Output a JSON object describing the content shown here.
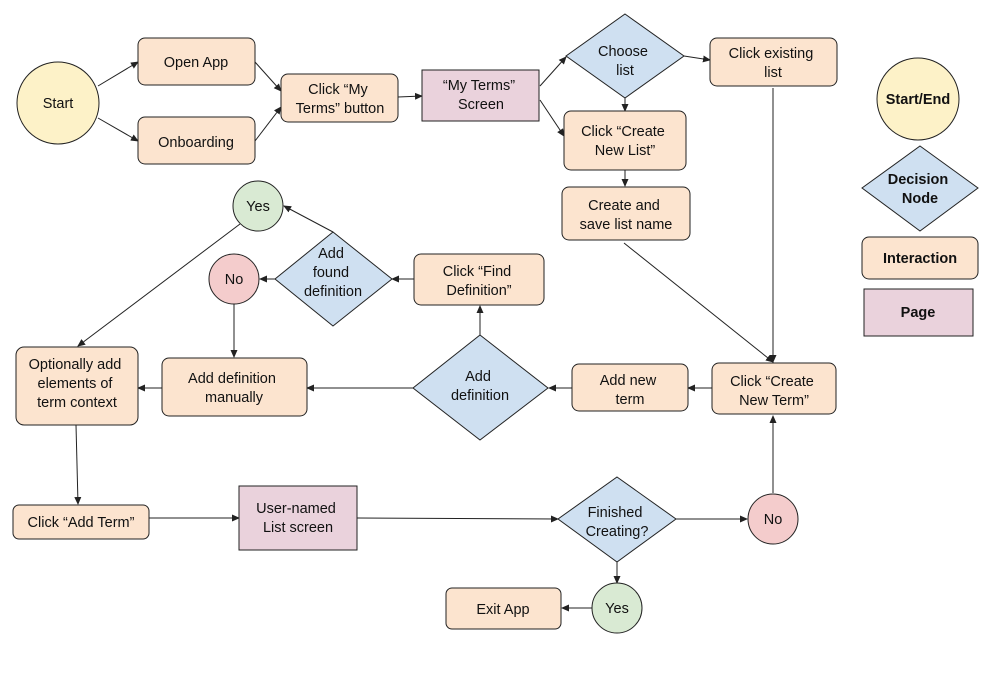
{
  "colors": {
    "start_end": "#fdf2c8",
    "decision": "#cfe0f1",
    "interaction": "#fce4cf",
    "page": "#ead2dc",
    "yes": "#d9ead3",
    "no": "#f4cccc",
    "stroke": "#222222"
  },
  "nodes": {
    "start": "Start",
    "open_app": "Open App",
    "onboarding": "Onboarding",
    "click_my_terms": [
      "Click “My",
      "Terms” button"
    ],
    "my_terms_screen": [
      "“My Terms”",
      "Screen"
    ],
    "choose_list": [
      "Choose",
      "list"
    ],
    "click_existing_list": [
      "Click existing",
      "list"
    ],
    "click_create_new_list": [
      "Click “Create",
      "New List”"
    ],
    "create_save_list_name": [
      "Create and",
      "save list name"
    ],
    "yes_top": "Yes",
    "no_top": "No",
    "add_found_definition": [
      "Add",
      "found",
      "definition"
    ],
    "click_find_definition": [
      "Click “Find",
      "Definition”"
    ],
    "optionally_add": [
      "Optionally add",
      "elements of",
      "term context"
    ],
    "add_definition_manually": [
      "Add definition",
      "manually"
    ],
    "add_definition": [
      "Add",
      "definition"
    ],
    "add_new_term": [
      "Add new",
      "term"
    ],
    "click_create_new_term": [
      "Click “Create",
      "New Term”"
    ],
    "click_add_term": "Click “Add Term”",
    "user_named_list": [
      "User-named",
      "List screen"
    ],
    "finished_creating": [
      "Finished",
      "Creating?"
    ],
    "no_bottom": "No",
    "yes_bottom": "Yes",
    "exit_app": "Exit App"
  },
  "legend": {
    "start_end": "Start/End",
    "decision": [
      "Decision",
      "Node"
    ],
    "interaction": "Interaction",
    "page": "Page"
  }
}
